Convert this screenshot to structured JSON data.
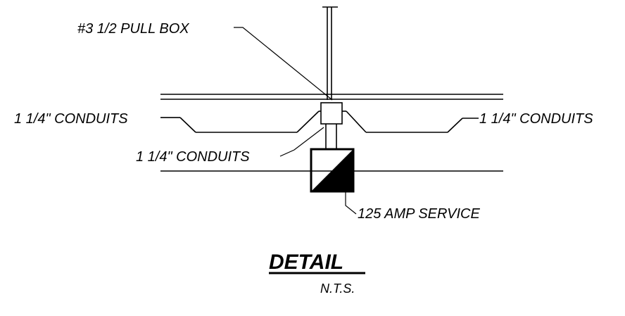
{
  "labels": {
    "pull_box": "#3 1/2 PULL BOX",
    "conduits_left": "1 1/4\" CONDUITS",
    "conduits_right": "1 1/4\" CONDUITS",
    "conduits_lower": "1 1/4\" CONDUITS",
    "service": "125 AMP SERVICE"
  },
  "detail": {
    "title": "DETAIL",
    "scale": "N.T.S."
  },
  "colors": {
    "ink": "#000000",
    "paper": "#ffffff"
  }
}
